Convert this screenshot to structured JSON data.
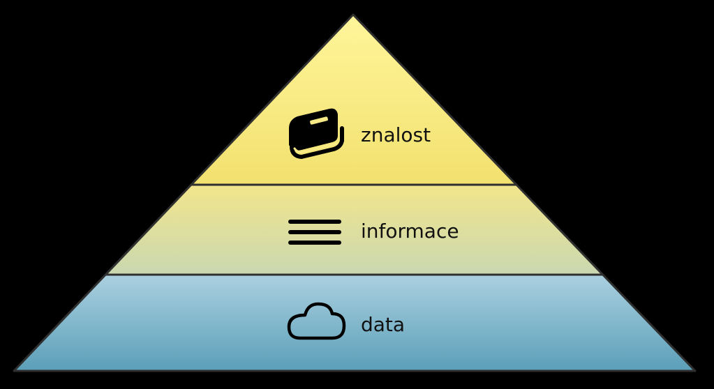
{
  "pyramid": {
    "tiers": [
      {
        "label": "znalost",
        "icon": "book-icon",
        "color_top": "#fff28f",
        "color_bottom": "#f2e476"
      },
      {
        "label": "informace",
        "icon": "lines-icon",
        "color_top": "#efe48f",
        "color_bottom": "#d2dba9"
      },
      {
        "label": "data",
        "icon": "cloud-icon",
        "color_top": "#a9cfdf",
        "color_bottom": "#5fa2b9"
      }
    ],
    "outline_color": "#333333",
    "background_color": "#000000"
  }
}
